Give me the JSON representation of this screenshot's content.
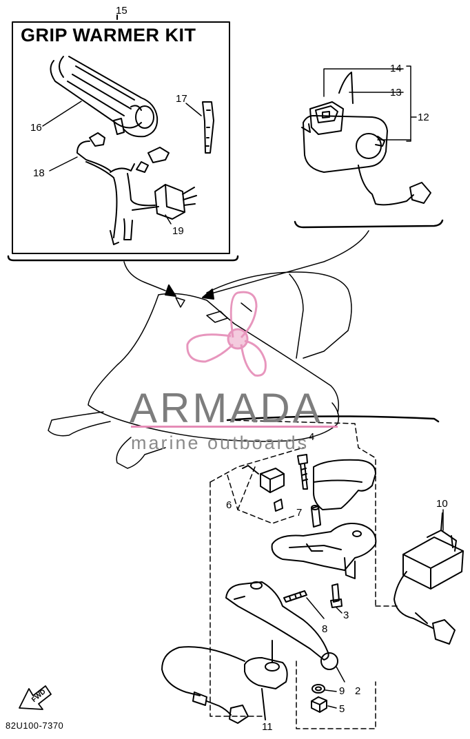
{
  "kit": {
    "title": "GRIP WARMER KIT",
    "number": "15"
  },
  "callouts": {
    "c2": "2",
    "c3": "3",
    "c4": "4",
    "c5": "5",
    "c6": "6",
    "c7": "7",
    "c8": "8",
    "c9": "9",
    "c10": "10",
    "c11": "11",
    "c12": "12",
    "c13": "13",
    "c14": "14",
    "c16": "16",
    "c17": "17",
    "c18": "18",
    "c19": "19"
  },
  "fwd_label": "FWD",
  "drawing_code": "82U100-7370",
  "watermark": {
    "brand": "ARMADA",
    "tagline": "marine outboards",
    "accent_color": "#e58bb6",
    "text_color": "#7d7d7d"
  }
}
